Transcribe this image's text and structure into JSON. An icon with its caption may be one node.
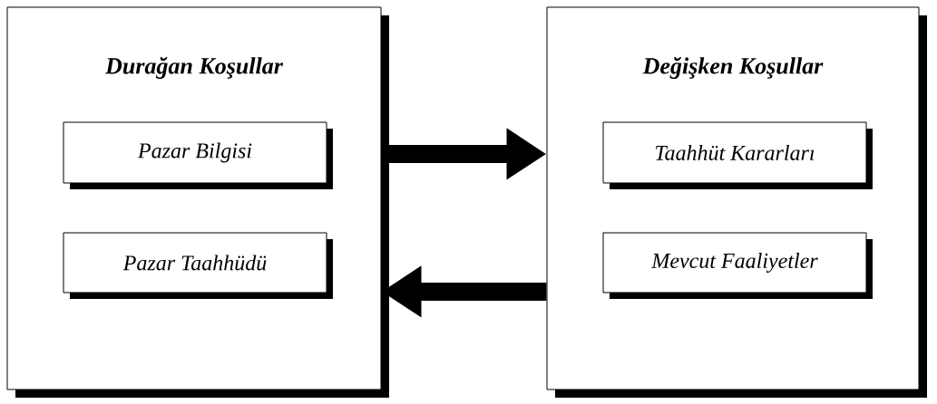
{
  "diagram": {
    "nodes": [
      {
        "text": [
          "Durağan Koşullar"
        ]
      },
      {
        "text": [
          "Pazar Bilgisi"
        ],
        "in": 0
      },
      {
        "text": [
          "Pazar Taahhüdü"
        ],
        "in": 0
      },
      {
        "text": [
          "Değişken Koşullar"
        ]
      },
      {
        "text": [
          "Taahhüt Kararları"
        ],
        "in": 3
      },
      {
        "text": [
          "Mevcut Faaliyetler"
        ],
        "in": 3
      }
    ],
    "edges": [
      {
        "from": 0,
        "to": 3,
        "arrow": "to"
      },
      {
        "from": 3,
        "to": 0,
        "arrow": "to"
      }
    ]
  }
}
